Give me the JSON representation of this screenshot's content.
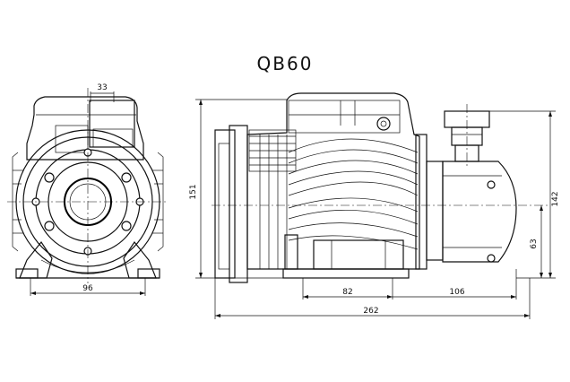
{
  "title": "QB60",
  "dimensions": {
    "bolt_spacing": "96",
    "port_offset": "33",
    "overall_height": "151",
    "base_mid": "82",
    "base_to_outlet": "106",
    "overall_length": "262",
    "total_height_right": "142",
    "axis_height": "63"
  }
}
